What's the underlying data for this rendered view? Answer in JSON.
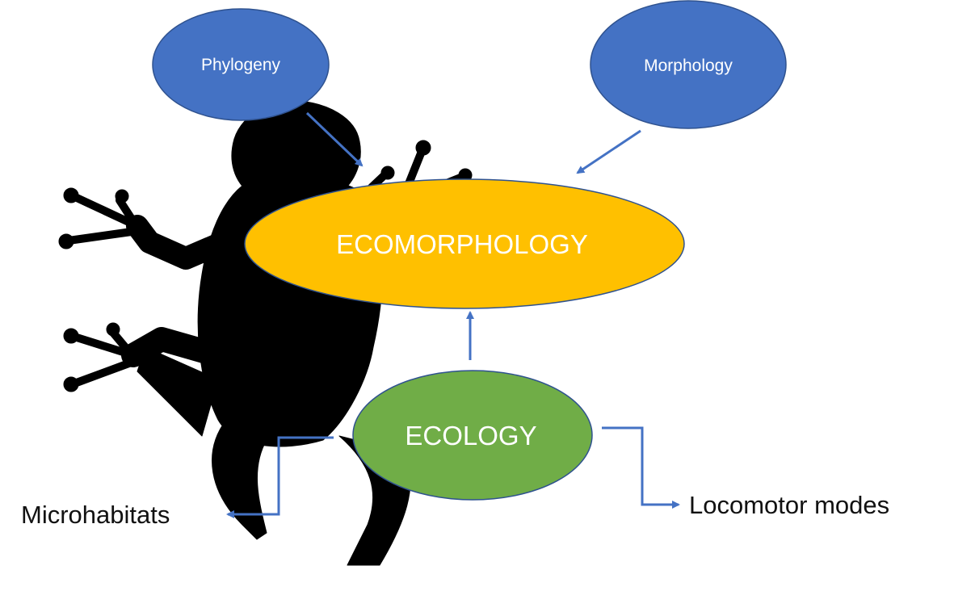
{
  "nodes": {
    "phylogeny": {
      "label": "Phylogeny",
      "color": "#4472C4"
    },
    "morphology": {
      "label": "Morphology",
      "color": "#4472C4"
    },
    "ecomorphology": {
      "label": "ECOMORPHOLOGY",
      "color": "#FFC000"
    },
    "ecology": {
      "label": "ECOLOGY",
      "color": "#70AD47"
    }
  },
  "outputs": {
    "microhabitats": {
      "label": "Microhabitats"
    },
    "locomotor": {
      "label": "Locomotor modes"
    }
  },
  "colors": {
    "arrow": "#4472C4",
    "frog_silhouette": "#000000",
    "node_text": "#FFFFFF"
  },
  "illustration": {
    "icon": "frog-silhouette-icon"
  },
  "edges": [
    {
      "from": "Phylogeny",
      "to": "ECOMORPHOLOGY"
    },
    {
      "from": "Morphology",
      "to": "ECOMORPHOLOGY"
    },
    {
      "from": "ECOLOGY",
      "to": "ECOMORPHOLOGY"
    },
    {
      "from": "ECOLOGY",
      "to": "Microhabitats"
    },
    {
      "from": "ECOLOGY",
      "to": "Locomotor modes"
    }
  ]
}
